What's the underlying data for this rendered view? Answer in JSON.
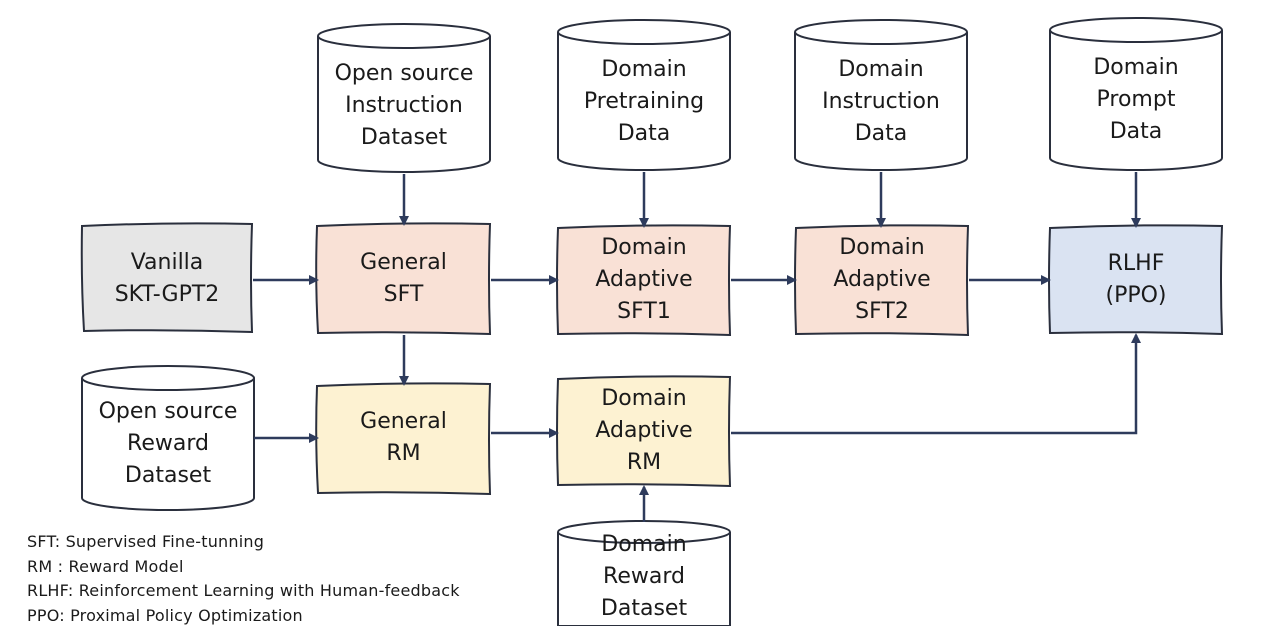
{
  "datasets": {
    "open_source_instruction": "Open source\nInstruction\nDataset",
    "domain_pretraining": "Domain\nPretraining\nData",
    "domain_instruction": "Domain\nInstruction\nData",
    "domain_prompt": "Domain\nPrompt\nData",
    "open_source_reward": "Open source\nReward\nDataset",
    "domain_reward": "Domain\nReward\nDataset"
  },
  "models": {
    "vanilla": "Vanilla\nSKT-GPT2",
    "general_sft": "General\nSFT",
    "domain_sft1": "Domain\nAdaptive\nSFT1",
    "domain_sft2": "Domain\nAdaptive\nSFT2",
    "rlhf": "RLHF\n(PPO)",
    "general_rm": "General\nRM",
    "domain_rm": "Domain\nAdaptive\nRM"
  },
  "legend": [
    "SFT: Supervised Fine-tunning",
    "RM : Reward Model",
    "RLHF: Reinforcement Learning with Human-feedback",
    "PPO: Proximal Policy Optimization"
  ],
  "colors": {
    "gray": "#e6e6e6",
    "peach": "#f9e1d6",
    "yellow": "#fdf2d2",
    "blue": "#dae3f2",
    "stroke": "#2a2f3d",
    "arrow": "#2e3b5c"
  }
}
